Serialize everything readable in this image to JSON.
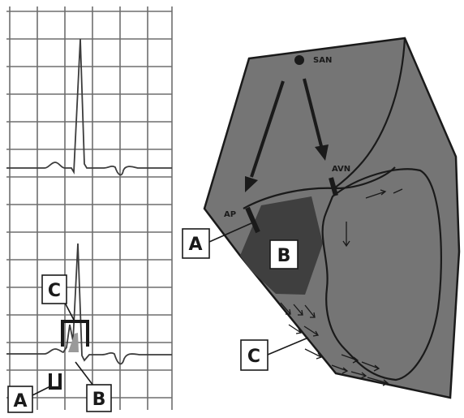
{
  "ecg_panel": {
    "labels": {
      "a": "A",
      "b": "B",
      "c": "C"
    }
  },
  "heart_panel": {
    "nodes": {
      "san": "SAN",
      "avn": "AVN",
      "ap": "AP"
    },
    "callouts": {
      "a": "A",
      "b": "B",
      "c": "C"
    }
  },
  "colors": {
    "background": "#ffffff",
    "grid": "#6e6e6e",
    "trace": "#3c3c3c",
    "heart_fill": "#757575",
    "region_b": "#3f3f3f",
    "outline": "#1a1a1a",
    "label_box": "#ffffff"
  }
}
